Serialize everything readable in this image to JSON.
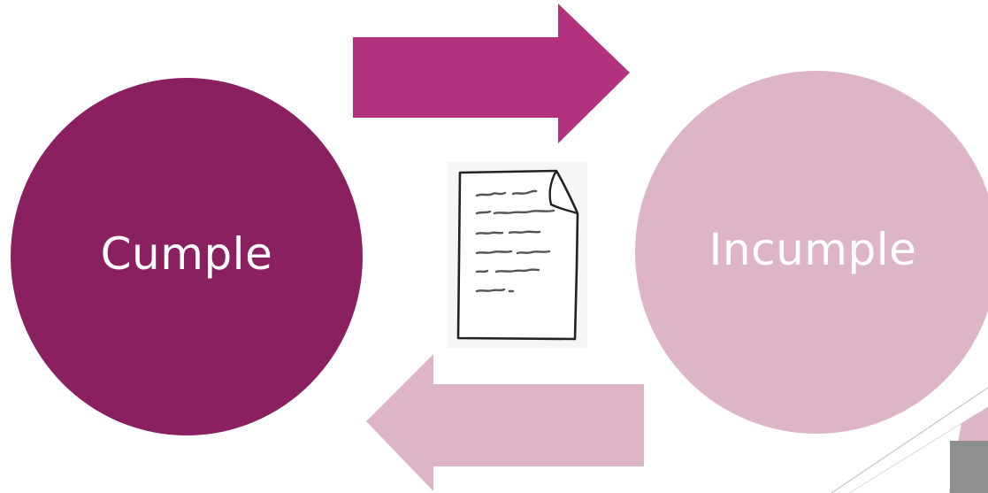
{
  "diagram": {
    "left_node": {
      "label": "Cumple",
      "color": "#8b2060"
    },
    "right_node": {
      "label": "Incumple",
      "color": "#deb5c7"
    },
    "arrow_forward": {
      "direction": "right",
      "color": "#b3327e"
    },
    "arrow_back": {
      "direction": "left",
      "color": "#deb5c7"
    },
    "document_icon": "document-icon"
  }
}
